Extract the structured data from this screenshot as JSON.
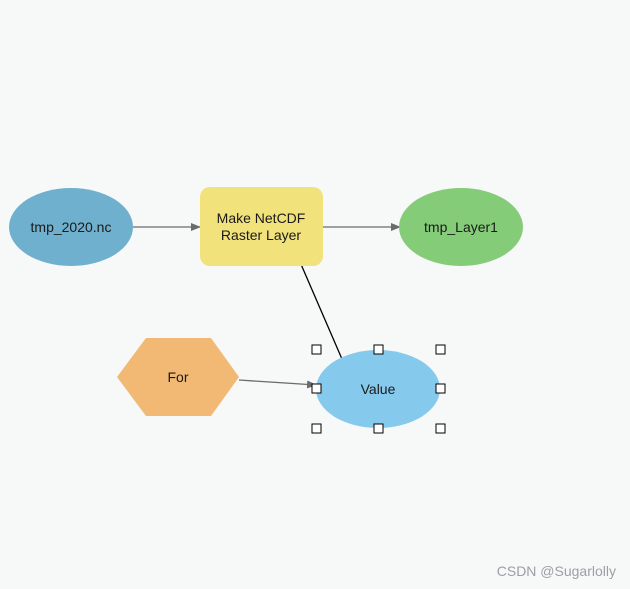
{
  "nodes": {
    "input": {
      "label": "tmp_2020.nc",
      "color": "#70b0cf"
    },
    "tool": {
      "label_line1": "Make NetCDF",
      "label_line2": "Raster Layer",
      "color": "#f2e27c"
    },
    "output": {
      "label": "tmp_Layer1",
      "color": "#85cc79"
    },
    "iterator": {
      "label": "For",
      "color": "#f2b974"
    },
    "value": {
      "label": "Value",
      "color": "#85caed",
      "selected": true
    }
  },
  "colors": {
    "canvas_background": "#f7f8f8",
    "connector": "#6b6b6b",
    "selection_handle": "#000000"
  },
  "watermark": "CSDN @Sugarlolly"
}
